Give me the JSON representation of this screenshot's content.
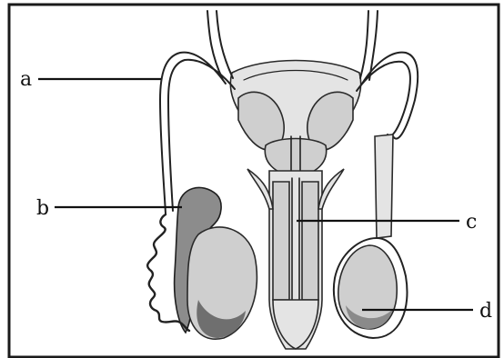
{
  "labels": {
    "a": "a",
    "b": "b",
    "c": "c",
    "d": "d"
  },
  "colors": {
    "frame": "#1a1a1a",
    "ink": "#222222",
    "tissue": "#cfcfcf",
    "tissue_dark": "#8c8c8c",
    "background": "#ffffff"
  }
}
